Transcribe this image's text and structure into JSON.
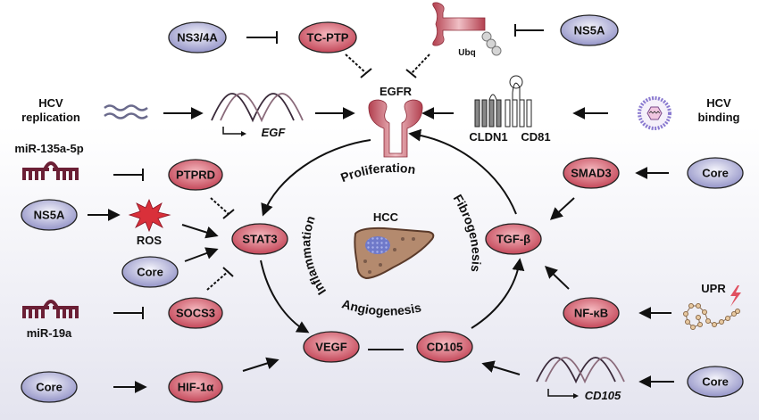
{
  "colors": {
    "host_fill": "#c9525f",
    "host_fill_light": "#f0b0b6",
    "viral_fill": "#9c9ccd",
    "viral_fill_light": "#ebebf6",
    "mirna": "#6b1f35",
    "liver": "#b48a6e",
    "tumor": "#6f79c9"
  },
  "center": {
    "title": "HCC",
    "processes": [
      "Proliferation",
      "Fibrogenesis",
      "Angiogenesis",
      "Inflammation"
    ]
  },
  "nodes": {
    "ns34a": "NS3/4A",
    "tcptp": "TC-PTP",
    "ns5a_top": "NS5A",
    "ptprd": "PTPRD",
    "ns5a_left": "NS5A",
    "stat3": "STAT3",
    "core_left": "Core",
    "socs3": "SOCS3",
    "core_bottom": "Core",
    "hif1a": "HIF-1α",
    "vegf": "VEGF",
    "cd105": "CD105",
    "tgfb": "TGF-β",
    "smad3": "SMAD3",
    "core_right": "Core",
    "nfkb": "NF-κB",
    "core_bottom_right": "Core"
  },
  "labels": {
    "egfr": "EGFR",
    "ubq": "Ubq",
    "hcv_replication_1": "HCV",
    "hcv_replication_2": "replication",
    "egf_gene": "EGF",
    "cldn1": "CLDN1",
    "cd81": "CD81",
    "hcv_binding_1": "HCV",
    "hcv_binding_2": "binding",
    "mir135": "miR-135a-5p",
    "ros": "ROS",
    "mir19a": "miR-19a",
    "upr": "UPR",
    "cd105_gene": "CD105"
  }
}
